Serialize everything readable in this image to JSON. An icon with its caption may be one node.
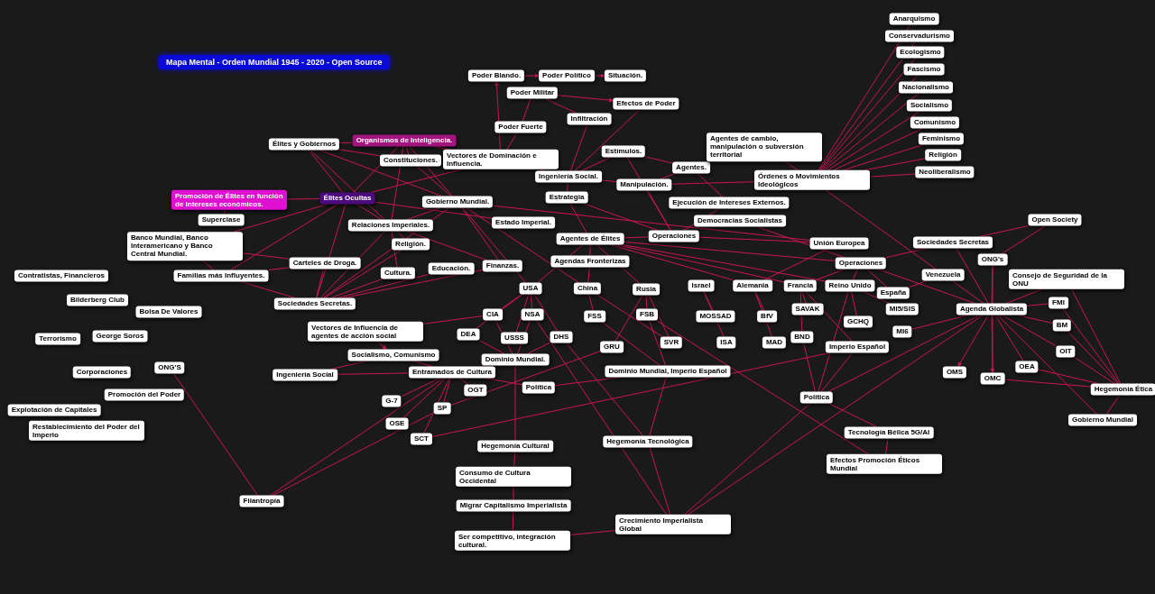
{
  "diagram": {
    "title": "Mapa Mental - Orden Mundial 1945 - 2020 - Open Source",
    "nodes": [
      {
        "text": [
          "Élites y Gobiernos"
        ]
      },
      {
        "text": [
          "Organismos de Inteligencia."
        ]
      },
      {
        "text": [
          "Élites Ocultas"
        ]
      },
      {
        "text": [
          "Promoción de Élites en función de intereses económicos."
        ]
      },
      {
        "text": [
          "Superclase"
        ]
      },
      {
        "text": [
          "Banco Mundial, Banco Interamericano y Banco Central Mundial."
        ]
      },
      {
        "text": [
          "Carteles de Droga."
        ]
      },
      {
        "text": [
          "Familias más Influyentes."
        ]
      },
      {
        "text": [
          "Sociedades Secretas."
        ]
      },
      {
        "text": [
          "Constituciones."
        ]
      },
      {
        "text": [
          "Vectores de Dominación e Influencia."
        ]
      },
      {
        "text": [
          "Gobierno Mundial."
        ]
      },
      {
        "text": [
          "Relaciones Imperiales."
        ]
      },
      {
        "text": [
          "Estado Imperial."
        ]
      },
      {
        "text": [
          "Religión."
        ]
      },
      {
        "text": [
          "Cultura."
        ]
      },
      {
        "text": [
          "Educación."
        ]
      },
      {
        "text": [
          "Finanzas."
        ]
      },
      {
        "text": [
          "Poder Blando."
        ]
      },
      {
        "text": [
          "Poder Político"
        ]
      },
      {
        "text": [
          "Situación."
        ]
      },
      {
        "text": [
          "Poder Militar"
        ]
      },
      {
        "text": [
          "Efectos de Poder"
        ]
      },
      {
        "text": [
          "Poder Fuerte"
        ]
      },
      {
        "text": [
          "Infiltración"
        ]
      },
      {
        "text": [
          "Ingeniería Social."
        ]
      },
      {
        "text": [
          "Estímulos."
        ]
      },
      {
        "text": [
          "Manipulación."
        ]
      },
      {
        "text": [
          "Agentes."
        ]
      },
      {
        "text": [
          "Ejecución de Intereses Externos."
        ]
      },
      {
        "text": [
          "Estrategia"
        ]
      },
      {
        "text": [
          "Agentes de Élites"
        ]
      },
      {
        "text": [
          "Agendas Fronterizas"
        ]
      },
      {
        "text": [
          "Operaciones"
        ]
      },
      {
        "text": [
          "Agentes de cambio, manipulación o subversión territorial"
        ]
      },
      {
        "text": [
          "Órdenes o Movimientos Ideológicos"
        ]
      },
      {
        "text": [
          "Anarquismo"
        ]
      },
      {
        "text": [
          "Conservadurismo"
        ]
      },
      {
        "text": [
          "Ecologismo"
        ]
      },
      {
        "text": [
          "Fascismo"
        ]
      },
      {
        "text": [
          "Nacionalismo"
        ]
      },
      {
        "text": [
          "Socialismo"
        ]
      },
      {
        "text": [
          "Comunismo"
        ]
      },
      {
        "text": [
          "Feminismo"
        ]
      },
      {
        "text": [
          "Religión"
        ]
      },
      {
        "text": [
          "Neoliberalismo"
        ]
      },
      {
        "text": [
          "Democracias Socialistas"
        ]
      },
      {
        "text": [
          "Unión Europea"
        ]
      },
      {
        "text": [
          "Operaciones"
        ]
      },
      {
        "text": [
          "Sociedades Secretas"
        ]
      },
      {
        "text": [
          "Open Society"
        ]
      },
      {
        "text": [
          "ONG's"
        ]
      },
      {
        "text": [
          "Consejo de Seguridad de la ONU"
        ]
      },
      {
        "text": [
          "Agenda Globalista"
        ]
      },
      {
        "text": [
          "FMI"
        ]
      },
      {
        "text": [
          "BM"
        ]
      },
      {
        "text": [
          "OIT"
        ]
      },
      {
        "text": [
          "OEA"
        ]
      },
      {
        "text": [
          "OMS"
        ]
      },
      {
        "text": [
          "OMC"
        ]
      },
      {
        "text": [
          "Hegemonía Ética"
        ]
      },
      {
        "text": [
          "Gobierno Mundial"
        ]
      },
      {
        "text": [
          "España"
        ]
      },
      {
        "text": [
          "Venezuela"
        ]
      },
      {
        "text": [
          "Reino Unido"
        ]
      },
      {
        "text": [
          "Francia"
        ]
      },
      {
        "text": [
          "Alemania"
        ]
      },
      {
        "text": [
          "Israel"
        ]
      },
      {
        "text": [
          "Rusia"
        ]
      },
      {
        "text": [
          "China"
        ]
      },
      {
        "text": [
          "USA"
        ]
      },
      {
        "text": [
          "CIA"
        ]
      },
      {
        "text": [
          "NSA"
        ]
      },
      {
        "text": [
          "FSS"
        ]
      },
      {
        "text": [
          "FSB"
        ]
      },
      {
        "text": [
          "MOSSAD"
        ]
      },
      {
        "text": [
          "BfV"
        ]
      },
      {
        "text": [
          "SAVAK"
        ]
      },
      {
        "text": [
          "MI5/SIS"
        ]
      },
      {
        "text": [
          "GCHQ"
        ]
      },
      {
        "text": [
          "MI6"
        ]
      },
      {
        "text": [
          "DEA"
        ]
      },
      {
        "text": [
          "USSS"
        ]
      },
      {
        "text": [
          "DHS"
        ]
      },
      {
        "text": [
          "GRU"
        ]
      },
      {
        "text": [
          "SVR"
        ]
      },
      {
        "text": [
          "ISA"
        ]
      },
      {
        "text": [
          "MAD"
        ]
      },
      {
        "text": [
          "BND"
        ]
      },
      {
        "text": [
          "Dominio Mundial."
        ]
      },
      {
        "text": [
          "Dominio Mundial, Imperio Español"
        ]
      },
      {
        "text": [
          "Imperio Español"
        ]
      },
      {
        "text": [
          "Vectores de Influencia de agentes de acción social"
        ]
      },
      {
        "text": [
          "Socialismo, Comunismo"
        ]
      },
      {
        "text": [
          "Ingeniería Social"
        ]
      },
      {
        "text": [
          "Entramados de Cultura"
        ]
      },
      {
        "text": [
          "OGT"
        ]
      },
      {
        "text": [
          "G-7"
        ]
      },
      {
        "text": [
          "SP"
        ]
      },
      {
        "text": [
          "OSE"
        ]
      },
      {
        "text": [
          "SCT"
        ]
      },
      {
        "text": [
          "Política"
        ]
      },
      {
        "text": [
          "Hegemonía Cultural"
        ]
      },
      {
        "text": [
          "Consumo de Cultura Occidental"
        ]
      },
      {
        "text": [
          "Migrar Capitalismo Imperialista"
        ]
      },
      {
        "text": [
          "Ser competitivo, integración cultural."
        ]
      },
      {
        "text": [
          "Hegemonía Tecnológica"
        ]
      },
      {
        "text": [
          "Crecimiento Imperialista Global"
        ]
      },
      {
        "text": [
          "Política"
        ]
      },
      {
        "text": [
          "Tecnología Bélica 5G/AI"
        ]
      },
      {
        "text": [
          "Efectos Promoción Éticos Mundial"
        ]
      },
      {
        "text": [
          "Filantropía"
        ]
      },
      {
        "text": [
          "ONG'S"
        ]
      },
      {
        "text": [
          "Contratistas, Financieros"
        ]
      },
      {
        "text": [
          "Bilderberg Club"
        ]
      },
      {
        "text": [
          "Bolsa De Valores"
        ]
      },
      {
        "text": [
          "Terrorismo"
        ]
      },
      {
        "text": [
          "George Soros"
        ]
      },
      {
        "text": [
          "Corporaciones"
        ]
      },
      {
        "text": [
          "Promoción del Poder"
        ]
      },
      {
        "text": [
          "Explotación de Capitales"
        ]
      },
      {
        "text": [
          "Restablecimiento del Poder del Imperio"
        ]
      }
    ],
    "edges": [
      {
        "from": 0,
        "to": 1,
        "arrow": "none"
      },
      {
        "from": 0,
        "to": 2,
        "arrow": "none"
      },
      {
        "from": 0,
        "to": 9,
        "arrow": "none"
      },
      {
        "from": 0,
        "to": 12,
        "arrow": "none"
      },
      {
        "from": 0,
        "to": 11,
        "arrow": "none"
      },
      {
        "from": 1,
        "to": 2,
        "arrow": "none"
      },
      {
        "from": 1,
        "to": 9,
        "arrow": "none"
      },
      {
        "from": 1,
        "to": 10,
        "arrow": "none"
      },
      {
        "from": 1,
        "to": 11,
        "arrow": "none"
      },
      {
        "from": 1,
        "to": 12,
        "arrow": "none"
      },
      {
        "from": 2,
        "to": 3,
        "arrow": "none"
      },
      {
        "from": 2,
        "to": 5,
        "arrow": "none"
      },
      {
        "from": 2,
        "to": 7,
        "arrow": "none"
      },
      {
        "from": 2,
        "to": 8,
        "arrow": "none"
      },
      {
        "from": 2,
        "to": 10,
        "arrow": "none"
      },
      {
        "from": 2,
        "to": 12,
        "arrow": "none"
      },
      {
        "from": 2,
        "to": 13,
        "arrow": "none"
      },
      {
        "from": 3,
        "to": 4,
        "arrow": "none"
      },
      {
        "from": 5,
        "to": 6,
        "arrow": "none"
      },
      {
        "from": 5,
        "to": 7,
        "arrow": "none"
      },
      {
        "from": 6,
        "to": 7,
        "arrow": "none"
      },
      {
        "from": 6,
        "to": 8,
        "arrow": "none"
      },
      {
        "from": 7,
        "to": 8,
        "arrow": "none"
      },
      {
        "from": 8,
        "to": 14,
        "arrow": "none"
      },
      {
        "from": 8,
        "to": 15,
        "arrow": "none"
      },
      {
        "from": 8,
        "to": 16,
        "arrow": "none"
      },
      {
        "from": 8,
        "to": 17,
        "arrow": "none"
      },
      {
        "from": 8,
        "to": 12,
        "arrow": "none"
      },
      {
        "from": 8,
        "to": 11,
        "arrow": "none"
      },
      {
        "from": 9,
        "to": 11,
        "arrow": "none"
      },
      {
        "from": 10,
        "to": 18,
        "arrow": "to"
      },
      {
        "from": 10,
        "to": 23,
        "arrow": "none"
      },
      {
        "from": 10,
        "to": 25,
        "arrow": "none"
      },
      {
        "from": 11,
        "to": 17,
        "arrow": "none"
      },
      {
        "from": 11,
        "to": 70,
        "arrow": "none"
      },
      {
        "from": 11,
        "to": 69,
        "arrow": "none"
      },
      {
        "from": 11,
        "to": 12,
        "arrow": "none"
      },
      {
        "from": 11,
        "to": 47,
        "arrow": "none"
      },
      {
        "from": 12,
        "to": 14,
        "arrow": "none"
      },
      {
        "from": 12,
        "to": 15,
        "arrow": "none"
      },
      {
        "from": 12,
        "to": 17,
        "arrow": "none"
      },
      {
        "from": 18,
        "to": 19,
        "arrow": "to"
      },
      {
        "from": 19,
        "to": 20,
        "arrow": "to"
      },
      {
        "from": 21,
        "to": 22,
        "arrow": "to"
      },
      {
        "from": 21,
        "to": 24,
        "arrow": "none"
      },
      {
        "from": 21,
        "to": 23,
        "arrow": "none"
      },
      {
        "from": 22,
        "to": 25,
        "arrow": "none"
      },
      {
        "from": 24,
        "to": 25,
        "arrow": "none"
      },
      {
        "from": 25,
        "to": 26,
        "arrow": "none"
      },
      {
        "from": 25,
        "to": 27,
        "arrow": "none"
      },
      {
        "from": 25,
        "to": 30,
        "arrow": "none"
      },
      {
        "from": 27,
        "to": 35,
        "arrow": "none"
      },
      {
        "from": 26,
        "to": 28,
        "arrow": "none"
      },
      {
        "from": 26,
        "to": 33,
        "arrow": "none"
      },
      {
        "from": 27,
        "to": 28,
        "arrow": "none"
      },
      {
        "from": 27,
        "to": 33,
        "arrow": "none"
      },
      {
        "from": 28,
        "to": 29,
        "arrow": "none"
      },
      {
        "from": 29,
        "to": 33,
        "arrow": "none"
      },
      {
        "from": 30,
        "to": 31,
        "arrow": "none"
      },
      {
        "from": 30,
        "to": 33,
        "arrow": "none"
      },
      {
        "from": 31,
        "to": 32,
        "arrow": "none"
      },
      {
        "from": 31,
        "to": 33,
        "arrow": "none"
      },
      {
        "from": 31,
        "to": 70,
        "arrow": "none"
      },
      {
        "from": 31,
        "to": 66,
        "arrow": "none"
      },
      {
        "from": 31,
        "to": 65,
        "arrow": "none"
      },
      {
        "from": 31,
        "to": 64,
        "arrow": "none"
      },
      {
        "from": 31,
        "to": 48,
        "arrow": "none"
      },
      {
        "from": 31,
        "to": 68,
        "arrow": "none"
      },
      {
        "from": 32,
        "to": 69,
        "arrow": "none"
      },
      {
        "from": 33,
        "to": 47,
        "arrow": "none"
      },
      {
        "from": 34,
        "to": 35,
        "arrow": "none"
      },
      {
        "from": 35,
        "to": 36,
        "arrow": "none"
      },
      {
        "from": 35,
        "to": 37,
        "arrow": "none"
      },
      {
        "from": 35,
        "to": 38,
        "arrow": "none"
      },
      {
        "from": 35,
        "to": 39,
        "arrow": "none"
      },
      {
        "from": 35,
        "to": 40,
        "arrow": "none"
      },
      {
        "from": 35,
        "to": 41,
        "arrow": "none"
      },
      {
        "from": 35,
        "to": 42,
        "arrow": "none"
      },
      {
        "from": 35,
        "to": 43,
        "arrow": "none"
      },
      {
        "from": 35,
        "to": 44,
        "arrow": "none"
      },
      {
        "from": 35,
        "to": 45,
        "arrow": "none"
      },
      {
        "from": 35,
        "to": 53,
        "arrow": "none"
      },
      {
        "from": 47,
        "to": 66,
        "arrow": "none"
      },
      {
        "from": 46,
        "to": 48,
        "arrow": "none"
      },
      {
        "from": 48,
        "to": 62,
        "arrow": "none"
      },
      {
        "from": 48,
        "to": 53,
        "arrow": "none"
      },
      {
        "from": 48,
        "to": 49,
        "arrow": "none"
      },
      {
        "from": 48,
        "to": 65,
        "arrow": "none"
      },
      {
        "from": 48,
        "to": 64,
        "arrow": "none"
      },
      {
        "from": 49,
        "to": 50,
        "arrow": "none"
      },
      {
        "from": 49,
        "to": 53,
        "arrow": "none"
      },
      {
        "from": 50,
        "to": 51,
        "arrow": "none"
      },
      {
        "from": 51,
        "to": 53,
        "arrow": "none"
      },
      {
        "from": 51,
        "to": 59,
        "arrow": "none"
      },
      {
        "from": 52,
        "to": 53,
        "arrow": "none"
      },
      {
        "from": 52,
        "to": 60,
        "arrow": "none"
      },
      {
        "from": 53,
        "to": 54,
        "arrow": "none"
      },
      {
        "from": 53,
        "to": 55,
        "arrow": "none"
      },
      {
        "from": 53,
        "to": 56,
        "arrow": "none"
      },
      {
        "from": 53,
        "to": 57,
        "arrow": "none"
      },
      {
        "from": 53,
        "to": 58,
        "arrow": "to"
      },
      {
        "from": 53,
        "to": 59,
        "arrow": "to"
      },
      {
        "from": 53,
        "to": 61,
        "arrow": "none"
      },
      {
        "from": 53,
        "to": 108,
        "arrow": "none"
      },
      {
        "from": 53,
        "to": 80,
        "arrow": "none"
      },
      {
        "from": 54,
        "to": 60,
        "arrow": "none"
      },
      {
        "from": 55,
        "to": 60,
        "arrow": "none"
      },
      {
        "from": 56,
        "to": 60,
        "arrow": "none"
      },
      {
        "from": 57,
        "to": 60,
        "arrow": "none"
      },
      {
        "from": 59,
        "to": 60,
        "arrow": "none"
      },
      {
        "from": 60,
        "to": 61,
        "arrow": "none"
      },
      {
        "from": 62,
        "to": 63,
        "arrow": "none"
      },
      {
        "from": 64,
        "to": 78,
        "arrow": "none"
      },
      {
        "from": 64,
        "to": 79,
        "arrow": "none"
      },
      {
        "from": 64,
        "to": 108,
        "arrow": "none"
      },
      {
        "from": 65,
        "to": 77,
        "arrow": "none"
      },
      {
        "from": 65,
        "to": 88,
        "arrow": "none"
      },
      {
        "from": 65,
        "to": 91,
        "arrow": "none"
      },
      {
        "from": 66,
        "to": 76,
        "arrow": "none"
      },
      {
        "from": 66,
        "to": 87,
        "arrow": "none"
      },
      {
        "from": 67,
        "to": 75,
        "arrow": "none"
      },
      {
        "from": 67,
        "to": 86,
        "arrow": "none"
      },
      {
        "from": 68,
        "to": 74,
        "arrow": "none"
      },
      {
        "from": 68,
        "to": 84,
        "arrow": "none"
      },
      {
        "from": 68,
        "to": 85,
        "arrow": "none"
      },
      {
        "from": 69,
        "to": 73,
        "arrow": "none"
      },
      {
        "from": 69,
        "to": 85,
        "arrow": "none"
      },
      {
        "from": 70,
        "to": 71,
        "arrow": "none"
      },
      {
        "from": 70,
        "to": 72,
        "arrow": "none"
      },
      {
        "from": 70,
        "to": 81,
        "arrow": "none"
      },
      {
        "from": 70,
        "to": 82,
        "arrow": "none"
      },
      {
        "from": 70,
        "to": 83,
        "arrow": "none"
      },
      {
        "from": 71,
        "to": 89,
        "arrow": "none"
      },
      {
        "from": 71,
        "to": 92,
        "arrow": "none"
      },
      {
        "from": 72,
        "to": 89,
        "arrow": "none"
      },
      {
        "from": 72,
        "to": 107,
        "arrow": "none"
      },
      {
        "from": 83,
        "to": 106,
        "arrow": "none"
      },
      {
        "from": 81,
        "to": 89,
        "arrow": "none"
      },
      {
        "from": 83,
        "to": 89,
        "arrow": "none"
      },
      {
        "from": 73,
        "to": 90,
        "arrow": "none"
      },
      {
        "from": 74,
        "to": 90,
        "arrow": "none"
      },
      {
        "from": 89,
        "to": 95,
        "arrow": "none"
      },
      {
        "from": 89,
        "to": 102,
        "arrow": "none"
      },
      {
        "from": 90,
        "to": 101,
        "arrow": "none"
      },
      {
        "from": 90,
        "to": 106,
        "arrow": "none"
      },
      {
        "from": 106,
        "to": 107,
        "arrow": "none"
      },
      {
        "from": 91,
        "to": 108,
        "arrow": "none"
      },
      {
        "from": 92,
        "to": 93,
        "arrow": "to"
      },
      {
        "from": 93,
        "to": 94,
        "arrow": "none"
      },
      {
        "from": 93,
        "to": 95,
        "arrow": "none"
      },
      {
        "from": 94,
        "to": 95,
        "arrow": "none"
      },
      {
        "from": 95,
        "to": 96,
        "arrow": "none"
      },
      {
        "from": 95,
        "to": 97,
        "arrow": "none"
      },
      {
        "from": 95,
        "to": 98,
        "arrow": "none"
      },
      {
        "from": 95,
        "to": 99,
        "arrow": "none"
      },
      {
        "from": 95,
        "to": 100,
        "arrow": "none"
      },
      {
        "from": 95,
        "to": 101,
        "arrow": "none"
      },
      {
        "from": 100,
        "to": 91,
        "arrow": "none"
      },
      {
        "from": 98,
        "to": 84,
        "arrow": "none"
      },
      {
        "from": 102,
        "to": 103,
        "arrow": "none"
      },
      {
        "from": 103,
        "to": 104,
        "arrow": "none"
      },
      {
        "from": 104,
        "to": 105,
        "arrow": "none"
      },
      {
        "from": 105,
        "to": 107,
        "arrow": "none"
      },
      {
        "from": 107,
        "to": 53,
        "arrow": "none"
      },
      {
        "from": 107,
        "to": 108,
        "arrow": "none"
      },
      {
        "from": 108,
        "to": 109,
        "arrow": "none"
      },
      {
        "from": 109,
        "to": 110,
        "arrow": "none"
      },
      {
        "from": 108,
        "to": 88,
        "arrow": "none"
      },
      {
        "from": 110,
        "to": 74,
        "arrow": "none"
      },
      {
        "from": 111,
        "to": 112,
        "arrow": "none"
      },
      {
        "from": 111,
        "to": 95,
        "arrow": "none"
      },
      {
        "from": 111,
        "to": 98,
        "arrow": "none"
      }
    ]
  }
}
